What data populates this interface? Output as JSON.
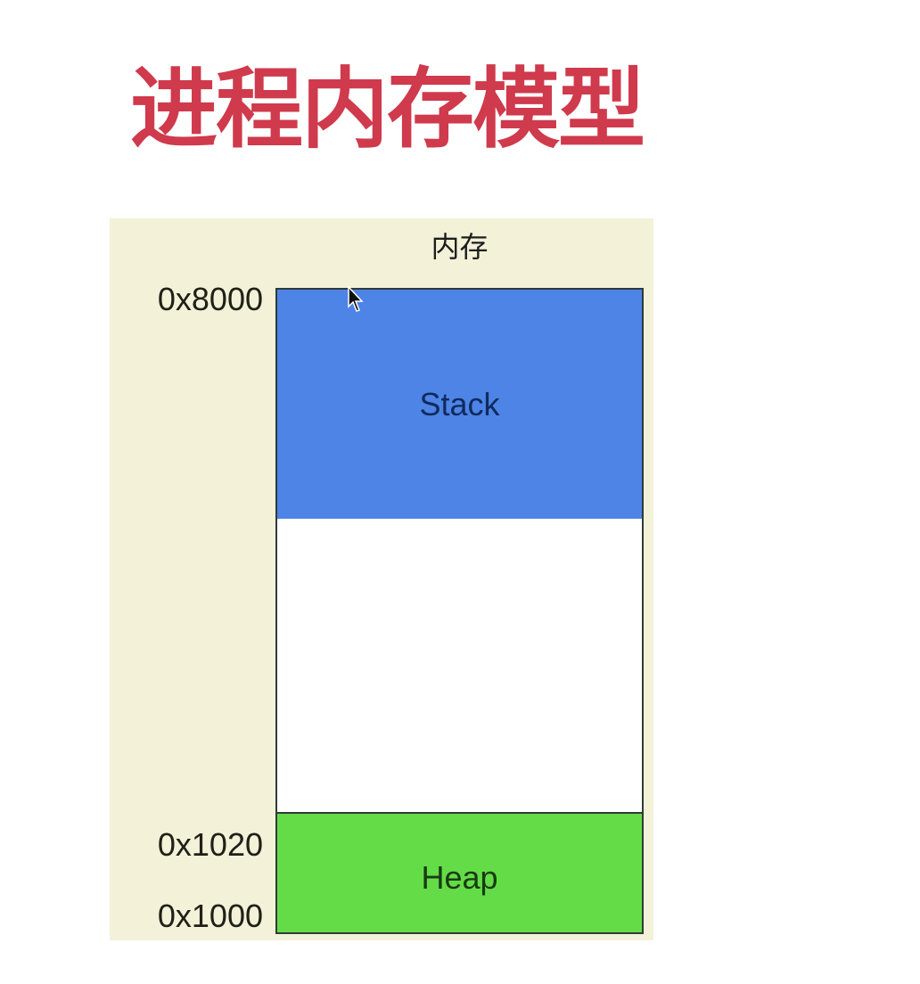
{
  "title": "进程内存模型",
  "diagram": {
    "header": "内存",
    "regions": [
      {
        "label": "Stack",
        "color": "#4d84e6"
      },
      {
        "label": "",
        "color": "#ffffff"
      },
      {
        "label": "Heap",
        "color": "#64dc47"
      }
    ],
    "addresses": {
      "top": "0x8000",
      "heap_top": "0x1020",
      "heap_bottom": "0x1000"
    }
  },
  "colors": {
    "title": "#cf3a4c",
    "panel_bg": "#f3f2d8"
  }
}
